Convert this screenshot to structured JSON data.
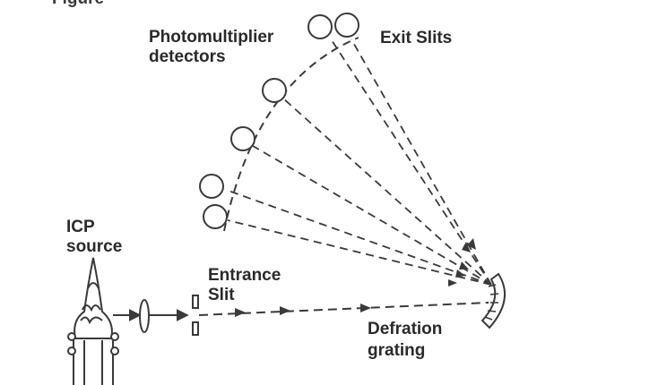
{
  "figure_caption_fragment": "Figure",
  "labels": {
    "photomultiplier_line1": "Photomultiplier",
    "photomultiplier_line2": "detectors",
    "exit_slits": "Exit Slits",
    "icp_line1": "ICP",
    "icp_line2": "source",
    "entrance_line1": "Entrance",
    "entrance_line2": "Slit",
    "grating_line1": "Defration",
    "grating_line2": "grating"
  },
  "colors": {
    "ink": "#3a3a3a",
    "background": "#ffffff"
  }
}
